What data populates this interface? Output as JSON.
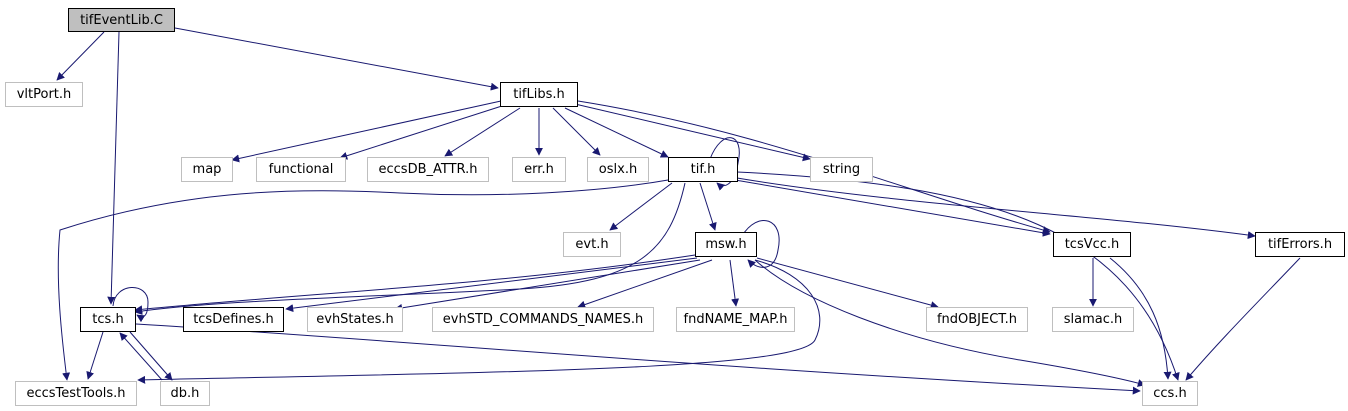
{
  "colors": {
    "edge": "#191970",
    "local_border": "#000000",
    "ext_border": "#bfbfbf",
    "root_fill": "#bfbfbf"
  },
  "nodes": [
    {
      "id": "tifEventLib",
      "label": "tifEventLib.C",
      "kind": "root"
    },
    {
      "id": "vltPort",
      "label": "vltPort.h",
      "kind": "ext"
    },
    {
      "id": "tifLibs",
      "label": "tifLibs.h",
      "kind": "local"
    },
    {
      "id": "map",
      "label": "map",
      "kind": "ext"
    },
    {
      "id": "functional",
      "label": "functional",
      "kind": "ext"
    },
    {
      "id": "eccsDB_ATTR",
      "label": "eccsDB_ATTR.h",
      "kind": "ext"
    },
    {
      "id": "err",
      "label": "err.h",
      "kind": "ext"
    },
    {
      "id": "oslx",
      "label": "oslx.h",
      "kind": "ext"
    },
    {
      "id": "tif",
      "label": "tif.h",
      "kind": "local"
    },
    {
      "id": "string",
      "label": "string",
      "kind": "ext"
    },
    {
      "id": "evt",
      "label": "evt.h",
      "kind": "ext"
    },
    {
      "id": "msw",
      "label": "msw.h",
      "kind": "local"
    },
    {
      "id": "tcsVcc",
      "label": "tcsVcc.h",
      "kind": "local"
    },
    {
      "id": "tifErrors",
      "label": "tifErrors.h",
      "kind": "local"
    },
    {
      "id": "tcs",
      "label": "tcs.h",
      "kind": "local"
    },
    {
      "id": "tcsDefines",
      "label": "tcsDefines.h",
      "kind": "local"
    },
    {
      "id": "evhStates",
      "label": "evhStates.h",
      "kind": "ext"
    },
    {
      "id": "evhSTD",
      "label": "evhSTD_COMMANDS_NAMES.h",
      "kind": "ext"
    },
    {
      "id": "fndNAME",
      "label": "fndNAME_MAP.h",
      "kind": "ext"
    },
    {
      "id": "fndOBJECT",
      "label": "fndOBJECT.h",
      "kind": "ext"
    },
    {
      "id": "slamac",
      "label": "slamac.h",
      "kind": "ext"
    },
    {
      "id": "eccsTestTools",
      "label": "eccsTestTools.h",
      "kind": "ext"
    },
    {
      "id": "db",
      "label": "db.h",
      "kind": "ext"
    },
    {
      "id": "ccs",
      "label": "ccs.h",
      "kind": "ext"
    }
  ]
}
